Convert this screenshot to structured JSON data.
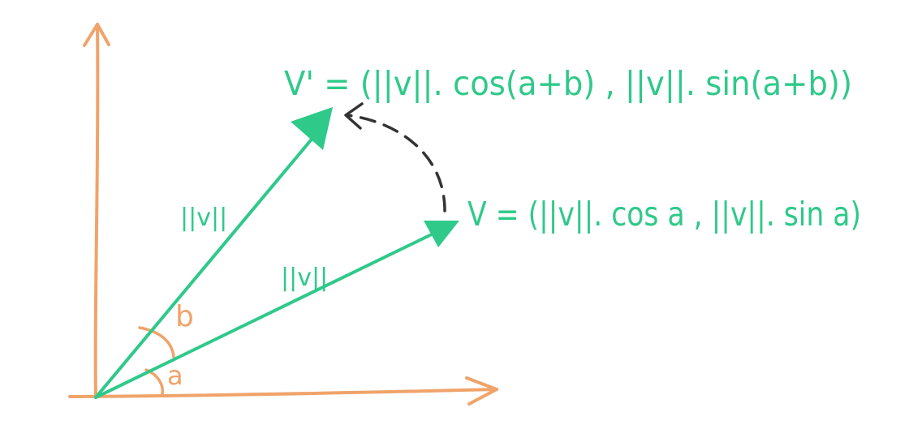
{
  "colors": {
    "vector": "#2fc98a",
    "axis": "#f0a36a",
    "rotation": "#333333",
    "background": "#ffffff"
  },
  "labels": {
    "rotated_vector_formula": "V' = (||v||. cos(a+b) , ||v||. sin(a+b))",
    "vector_formula": "V = (||v||. cos a , ||v||. sin a)",
    "rotated_vector_length": "||v||",
    "vector_length": "||v||",
    "angle_a": "a",
    "angle_b": "b"
  }
}
